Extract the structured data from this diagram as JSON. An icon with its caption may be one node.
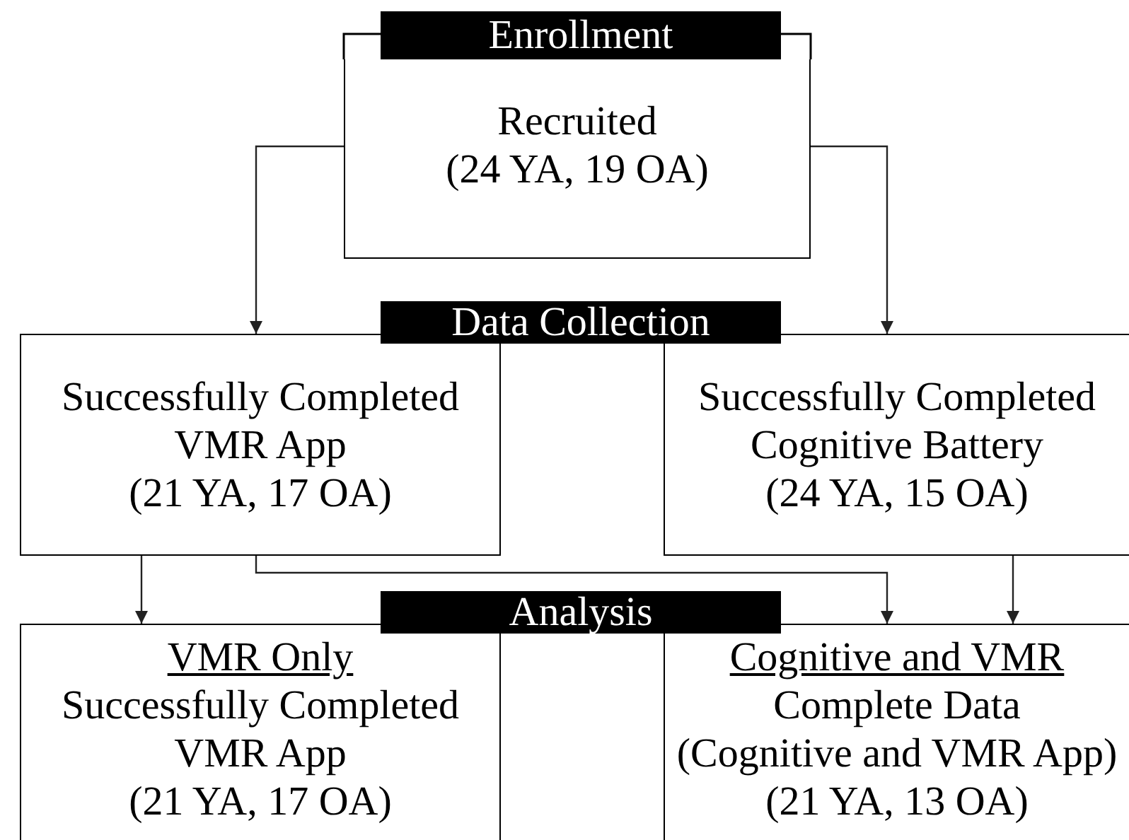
{
  "diagram": {
    "nodes": [
      {
        "text": [
          "Enrollment"
        ]
      },
      {
        "text": [
          "Recruited",
          "(24 YA, 19 OA)"
        ]
      },
      {
        "text": [
          "Data Collection"
        ]
      },
      {
        "text": [
          "Successfully Completed VMR App",
          "(21 YA, 17 OA)"
        ]
      },
      {
        "text": [
          "Successfully Completed Cognitive Battery",
          "(24 YA, 15 OA)"
        ]
      },
      {
        "text": [
          "Analysis"
        ]
      },
      {
        "text": [
          "VMR Only",
          "Successfully Completed VMR App",
          "(21 YA, 17 OA)"
        ]
      },
      {
        "text": [
          "Cognitive and VMR",
          "Complete Data",
          "(Cognitive and VMR App)",
          "(21 YA, 13 OA)"
        ]
      }
    ],
    "edges": [
      {
        "from": 1,
        "to": 3,
        "arrow": "to"
      },
      {
        "from": 1,
        "to": 4,
        "arrow": "to"
      },
      {
        "from": 3,
        "to": 6,
        "arrow": "to"
      },
      {
        "from": 3,
        "to": 7,
        "arrow": "to"
      },
      {
        "from": 4,
        "to": 7,
        "arrow": "to"
      }
    ]
  }
}
